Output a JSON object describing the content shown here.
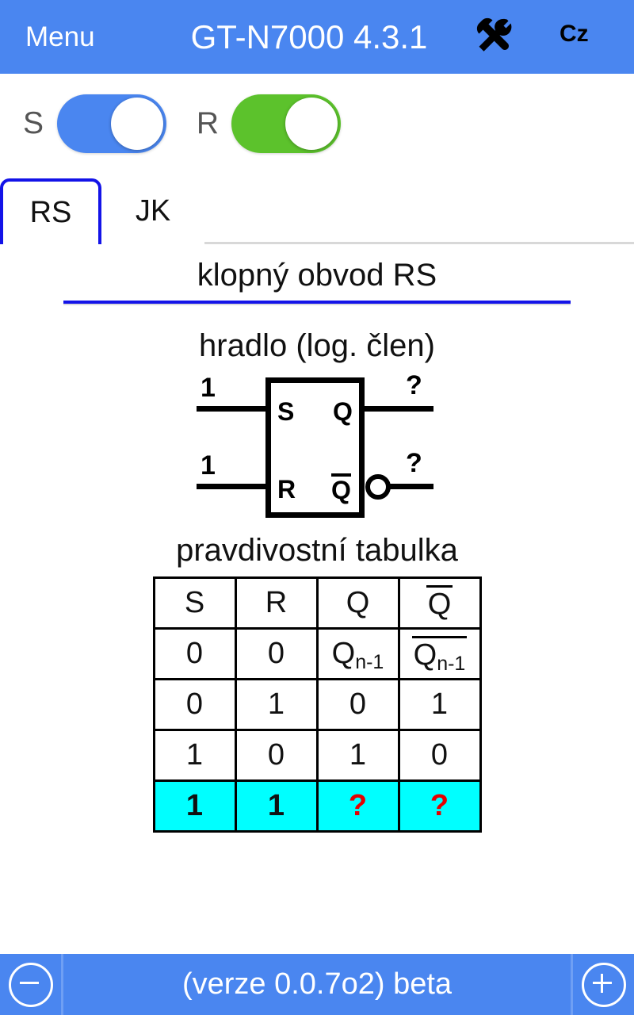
{
  "appbar": {
    "menu_label": "Menu",
    "title": "GT-N7000 4.3.1",
    "tools_icon": "hammer-wrench-icon",
    "language": "Cz",
    "background_color": "#4a86f0"
  },
  "toggles": [
    {
      "label": "S",
      "state": "on",
      "color": "#4a86f0"
    },
    {
      "label": "R",
      "state": "on",
      "color": "#5cc22c"
    }
  ],
  "tabs": [
    {
      "label": "RS",
      "active": true
    },
    {
      "label": "JK",
      "active": false
    }
  ],
  "content": {
    "section_title": "klopný obvod RS",
    "gate_heading": "hradlo (log. člen)",
    "table_heading": "pravdivostní tabulka",
    "accent_color": "#1313e8"
  },
  "gate": {
    "input_s_label": "S",
    "input_r_label": "R",
    "output_q_label": "Q",
    "output_qn_label": "Q",
    "input_s_value": "1",
    "input_r_value": "1",
    "output_q_value": "?",
    "output_qn_value": "?"
  },
  "truth_table": {
    "headers": [
      "S",
      "R",
      "Q",
      "Q"
    ],
    "rows": [
      {
        "s": "0",
        "r": "0",
        "q": "Q",
        "q_sub": "n-1",
        "qn": "Q",
        "qn_sub": "n-1",
        "highlight": false
      },
      {
        "s": "0",
        "r": "1",
        "q": "0",
        "qn": "1",
        "highlight": false
      },
      {
        "s": "1",
        "r": "0",
        "q": "1",
        "qn": "0",
        "highlight": false
      },
      {
        "s": "1",
        "r": "1",
        "q": "?",
        "qn": "?",
        "highlight": true
      }
    ],
    "highlight_color": "#00ffff",
    "unknown_color": "#e50000"
  },
  "bottombar": {
    "decrease_label": "minus-circle-icon",
    "increase_label": "plus-circle-icon",
    "version_text": "(verze 0.0.7o2) beta"
  }
}
